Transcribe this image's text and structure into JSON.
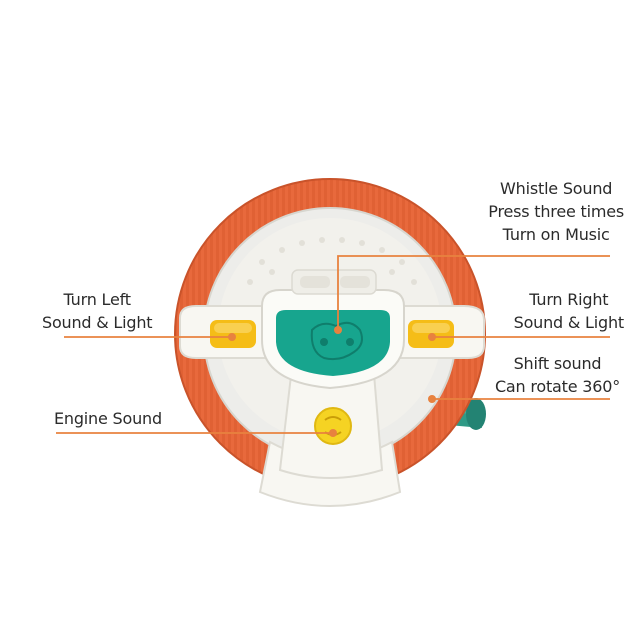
{
  "colors": {
    "wheel_rim": "#e8693c",
    "wheel_body": "#f6f5ef",
    "center_panel": "#17a58e",
    "button_yellow": "#f5bd17",
    "pointer_line": "#e8823f",
    "shift_lever": "#2f9a86"
  },
  "callouts": {
    "whistle": {
      "line1": "Whistle Sound",
      "line2": "Press three times",
      "line3": "Turn on Music"
    },
    "turn_left": {
      "line1": "Turn Left",
      "line2": "Sound & Light"
    },
    "turn_right": {
      "line1": "Turn Right",
      "line2": "Sound & Light"
    },
    "shift": {
      "line1": "Shift sound",
      "line2": "Can rotate 360°"
    },
    "engine": {
      "line1": "Engine Sound"
    }
  }
}
